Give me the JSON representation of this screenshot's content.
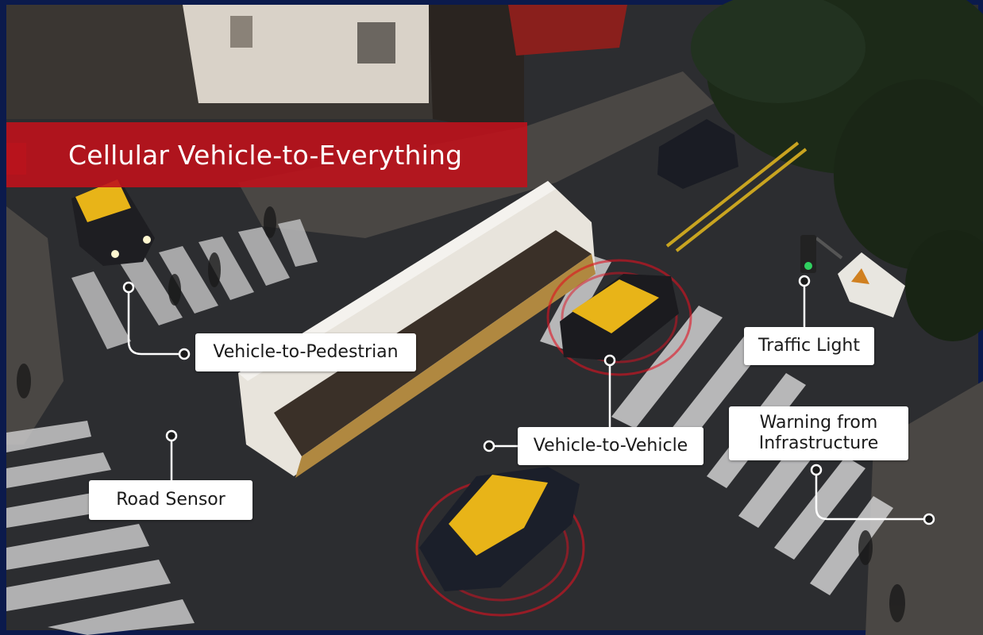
{
  "title": "Cellular Vehicle-to-Everything",
  "labels": {
    "v2p": "Vehicle-to-Pedestrian",
    "traffic_light": "Traffic Light",
    "v2v": "Vehicle-to-Vehicle",
    "warning_line1": "Warning from",
    "warning_line2": "Infrastructure",
    "road_sensor": "Road Sensor"
  },
  "colors": {
    "banner": "#be121c",
    "label_bg": "#ffffff",
    "connector": "#ffffff",
    "signal_ring": "#e01020",
    "frame": "#0a1a4a"
  },
  "icons": [
    "connector-node-icon",
    "signal-ring-icon",
    "traffic-light-icon",
    "warning-sign-icon"
  ]
}
